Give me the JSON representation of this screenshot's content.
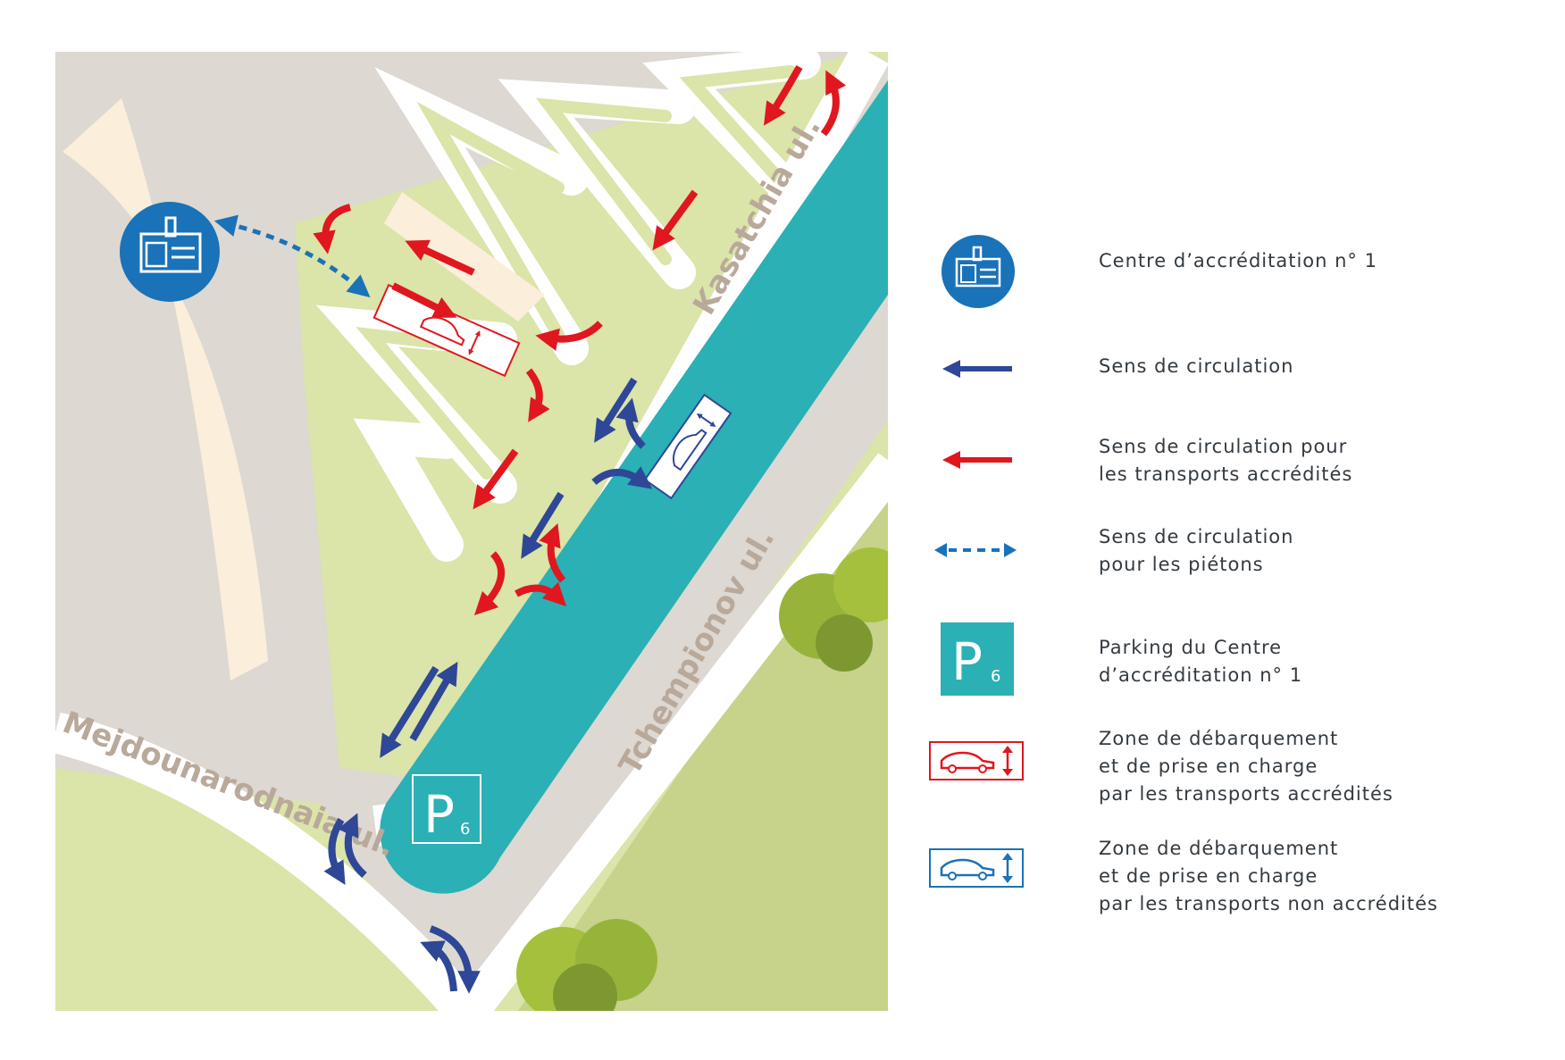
{
  "map": {
    "streets": {
      "kasatchia": "Kasatchia ul.",
      "tchempionov": "Tchempionov ul.",
      "mejdounarodnaia": "Mejdounarodnaia ul."
    },
    "parking_code": "P",
    "parking_number": "6"
  },
  "legend": [
    {
      "icon": "accreditation-badge-icon",
      "text": "Centre d’accréditation n° 1"
    },
    {
      "icon": "traffic-arrow-blue-icon",
      "text": "Sens de circulation"
    },
    {
      "icon": "traffic-arrow-red-icon",
      "text": "Sens de circulation pour\nles transports accrédités"
    },
    {
      "icon": "pedestrian-arrow-icon",
      "text": "Sens de circulation\npour les piétons"
    },
    {
      "icon": "parking-p6-icon",
      "text": "Parking du Centre\nd’accréditation n° 1"
    },
    {
      "icon": "dropoff-red-icon",
      "text": "Zone de débarquement\net de prise en charge\npar les transports accrédités"
    },
    {
      "icon": "dropoff-blue-icon",
      "text": "Zone de débarquement\net de prise en charge\npar les transports non accrédités"
    }
  ],
  "colors": {
    "blue": "#2e4796",
    "red": "#e0171f",
    "teal": "#2ab0b5",
    "badge": "#1a72b8",
    "grass": "#dbe4a9",
    "building": "#fbeedb",
    "ground": "#ddd8d1"
  }
}
